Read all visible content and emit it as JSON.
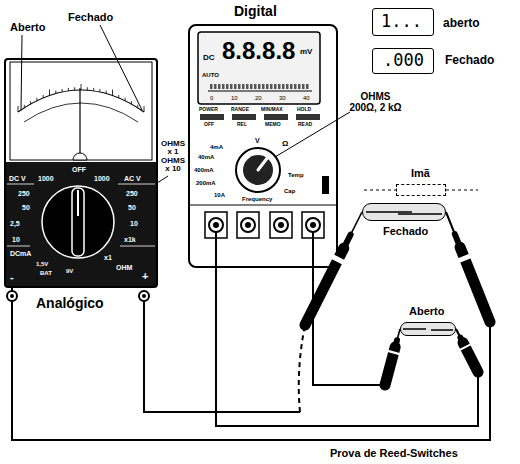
{
  "diagram": {
    "caption": "Prova de Reed-Switches",
    "nodes": [
      {
        "text": [
          "Analógico"
        ]
      },
      {
        "text": [
          "Digital"
        ]
      },
      {
        "text": [
          "1...",
          "aberto"
        ]
      },
      {
        "text": [
          ".000",
          "Fechado"
        ]
      },
      {
        "text": [
          "Imã"
        ]
      },
      {
        "text": [
          "Fechado"
        ]
      },
      {
        "text": [
          "Aberto"
        ]
      }
    ],
    "edges": [
      {
        "from": 0,
        "to": 5,
        "arrow": "none"
      },
      {
        "from": 1,
        "to": 6,
        "arrow": "none"
      }
    ],
    "labels": [
      "Aberto",
      "Fechado",
      "OFF",
      "DC V",
      "1000",
      "250",
      "50",
      "2,5",
      "10",
      "DCmA",
      "1,5V",
      "BAT",
      "9V",
      "AC V",
      "1000",
      "250",
      "50",
      "10",
      "x1k",
      "x1",
      "OHM",
      "-",
      "+",
      "OHMS x 1 OHMS x 10",
      "DC",
      "8.8.8.8",
      "mV",
      "AUTO",
      "0",
      "10",
      "20",
      "30",
      "40",
      "POWER",
      "RANGE",
      "MIN/MAX",
      "HOLD",
      "OFF",
      "REL",
      "MEMO",
      "READ",
      "V",
      "Ω",
      "Temp",
      "Cap",
      "Frequency",
      "10A",
      "200mA",
      "400mA",
      "40mA",
      "4mA",
      "OHMS 200Ω, 2 kΩ"
    ]
  }
}
